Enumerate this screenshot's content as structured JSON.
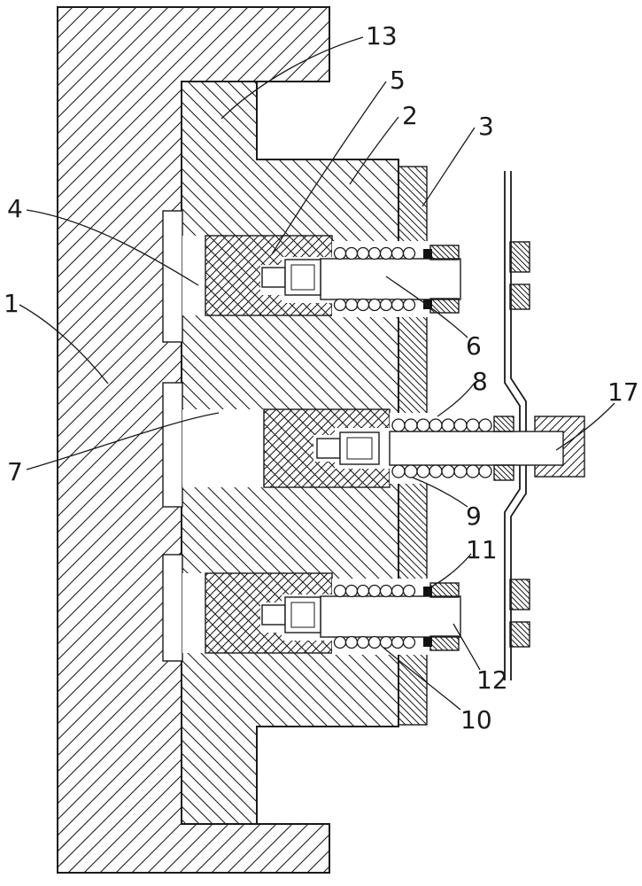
{
  "figure": {
    "type": "patent-cross-section-diagram",
    "background_color": "#ffffff",
    "line_color": "#1a1a1a",
    "labels": {
      "n1": "1",
      "n2": "2",
      "n3": "3",
      "n4": "4",
      "n5": "5",
      "n6": "6",
      "n7": "7",
      "n8": "8",
      "n9": "9",
      "n10": "10",
      "n11": "11",
      "n12": "12",
      "n13": "13",
      "n17": "17"
    }
  }
}
